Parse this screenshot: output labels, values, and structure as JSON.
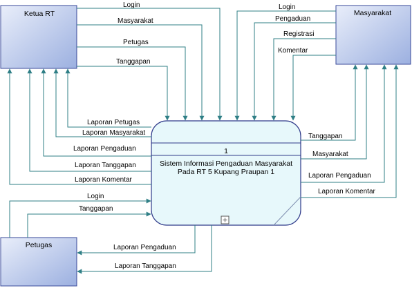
{
  "colors": {
    "entity_fill_light": "#e9eefa",
    "entity_fill_dark": "#9cb0e0",
    "process_fill": "#e7f8fb",
    "flow_color": "#2f7f86",
    "entity_border": "#3a4a9a"
  },
  "entities": {
    "ketua_rt": "Ketua RT",
    "masyarakat": "Masyarakat",
    "petugas": "Petugas"
  },
  "process": {
    "number": "1",
    "name_line1": "Sistem Informasi Pengaduan Masyarakat",
    "name_line2": "Pada RT 5 Kupang Praupan 1",
    "icon": "plus-box-icon"
  },
  "flows": {
    "ketua_to_sys": [
      "Login",
      "Masyarakat",
      "Petugas",
      "Tanggapan"
    ],
    "sys_to_ketua": [
      "Laporan Petugas",
      "Laporan Masyarakat",
      "Laporan Pengaduan",
      "Laporan Tanggapan",
      "Laporan Komentar"
    ],
    "masy_to_sys": [
      "Login",
      "Pengaduan",
      "Registrasi",
      "Komentar"
    ],
    "sys_to_masy": [
      "Tanggapan",
      "Masyarakat",
      "Laporan Pengaduan",
      "Laporan Komentar"
    ],
    "petugas_to_sys": [
      "Login",
      "Tanggapan"
    ],
    "sys_to_petugas": [
      "Laporan Pengaduan",
      "Laporan Tanggapan"
    ]
  }
}
